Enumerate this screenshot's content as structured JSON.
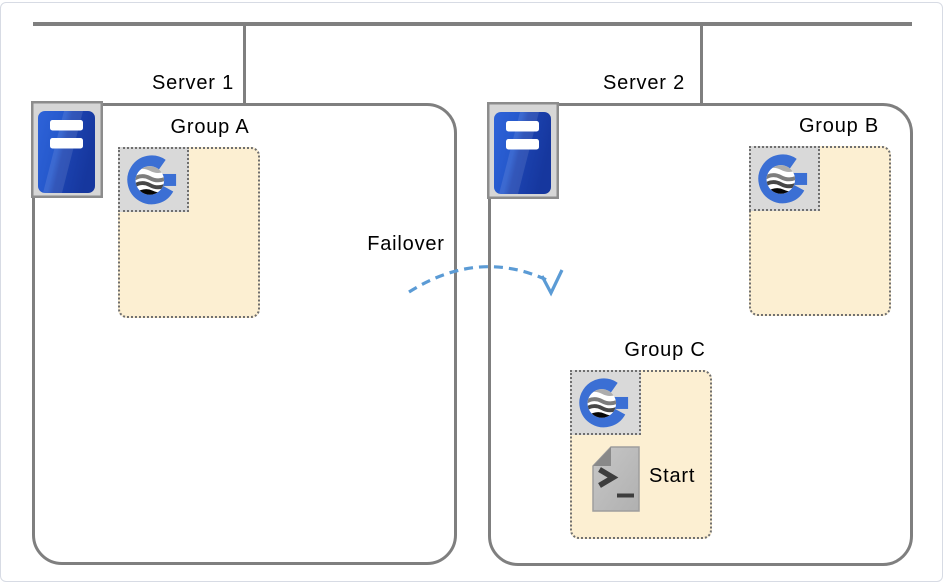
{
  "diagram_title": "failover-cluster-diagram",
  "servers": [
    {
      "label": "Server 1",
      "icon": "server-tower-icon",
      "groups": [
        {
          "label": "Group A",
          "icon": "cluster-app-g-globe-icon",
          "items": []
        }
      ]
    },
    {
      "label": "Server 2",
      "icon": "server-tower-icon",
      "groups": [
        {
          "label": "Group B",
          "icon": "cluster-app-g-globe-icon",
          "items": []
        },
        {
          "label": "Group C",
          "icon": "cluster-app-g-globe-icon",
          "items": [
            {
              "icon": "shell-script-file-icon",
              "label": "Start"
            }
          ]
        }
      ]
    }
  ],
  "failover": {
    "label": "Failover",
    "arrow_style": "dashed-curved-arrow"
  },
  "icons": {
    "server": "server-tower-icon",
    "group_app": "cluster-app-g-globe-icon",
    "script": "shell-script-file-icon",
    "failover_arrow": "dashed-curved-arrow"
  },
  "colors": {
    "network_line_gray": "#7f7f7f",
    "server_box_border": "#7f7f7f",
    "group_fill_cream": "#fcefd2",
    "dotted_border_gray": "#6f6f6f",
    "icon_tile_gray": "#d9d9d9",
    "server_blue": "#2e63d9",
    "server_blue_dark": "#16379e",
    "logo_blue": "#3b6fd4",
    "arrow_blue": "#5b9bd5",
    "frame_border": "#d7dbe4"
  }
}
